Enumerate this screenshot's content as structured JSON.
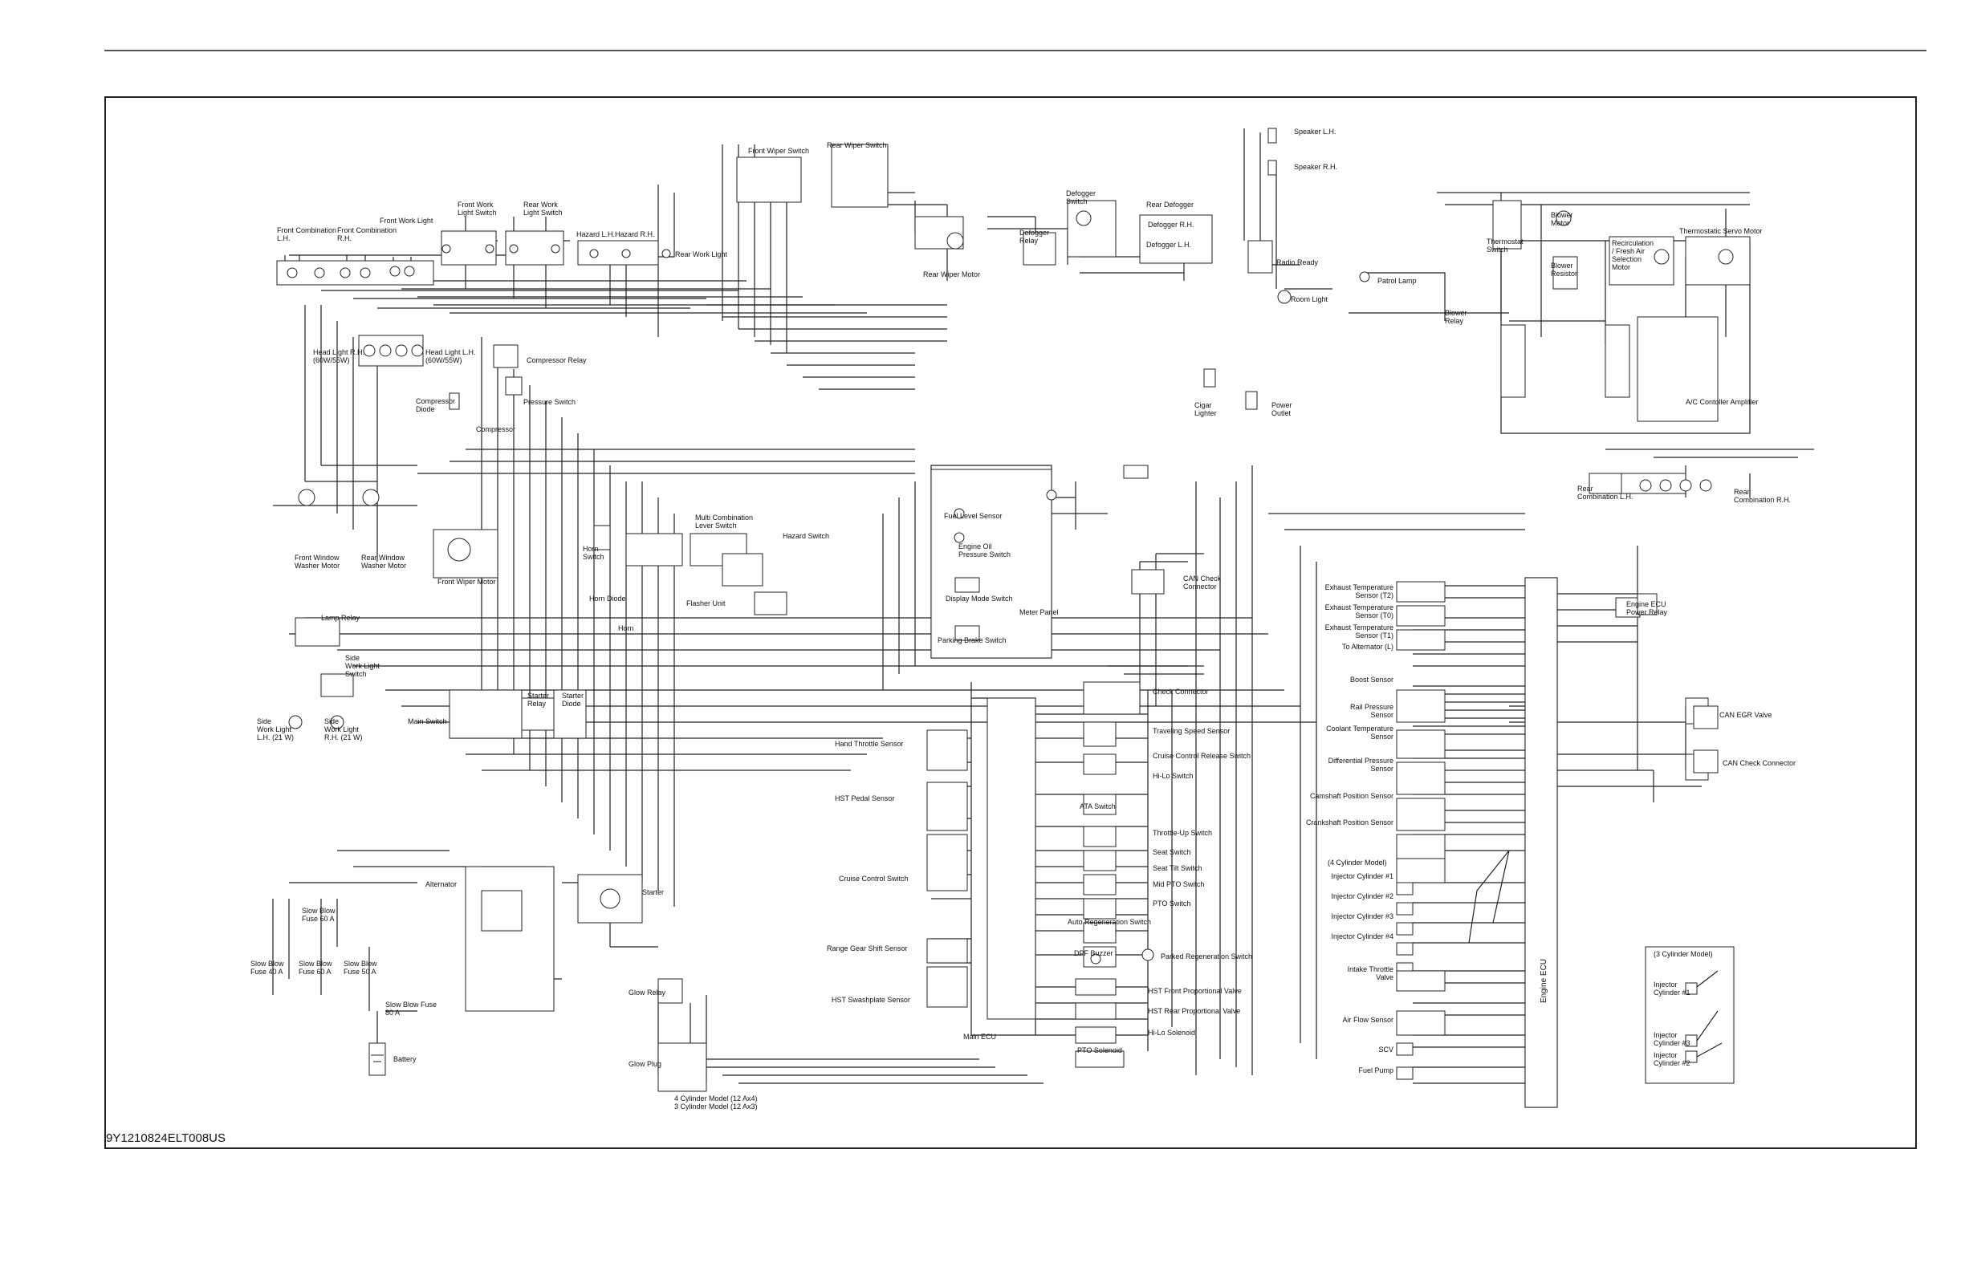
{
  "document": {
    "code": "9Y1210824ELT008US"
  },
  "components": {
    "front_combination_lh": "Front Combination\nL.H.",
    "front_combination_rh": "Front Combination\nR.H.",
    "front_work_light": "Front Work Light",
    "front_work_light_switch": "Front Work\nLight Switch",
    "rear_work_light_switch": "Rear Work\nLight Switch",
    "hazard_lh": "Hazard L.H.",
    "hazard_rh": "Hazard R.H.",
    "rear_work_light": "Rear Work Light",
    "front_wiper_switch": "Front Wiper Switch",
    "rear_wiper_switch": "Rear Wiper Switch",
    "rear_wiper_motor": "Rear Wiper Motor",
    "defogger_relay": "Defogger\nRelay",
    "defogger_switch": "Defogger\nSwitch",
    "rear_defogger": "Rear Defogger",
    "defogger_rh": "Defogger R.H.",
    "defogger_lh": "Defogger L.H.",
    "speaker_lh": "Speaker L.H.",
    "speaker_rh": "Speaker R.H.",
    "radio_ready": "Radio Ready",
    "room_light": "Room Light",
    "patrol_lamp": "Patrol Lamp",
    "thermostat_switch": "Thermostat\nSwitch",
    "blower_motor": "Blower\nMotor",
    "blower_resistor": "Blower\nResistor",
    "recirculation_motor": "Recirculation\n/ Fresh Air\nSelection\nMotor",
    "thermostatic_servo_motor": "Thermostatic Servo Motor",
    "blower_relay": "Blower\nRelay",
    "ac_controller_amplifier": "A/C Contoller Amplifier",
    "head_light_rh": "Head Light R.H.\n(60W/55W)",
    "head_light_lh": "Head Light L.H.\n(60W/55W)",
    "compressor_relay": "Compressor Relay",
    "compressor_diode": "Compressor\nDiode",
    "pressure_switch": "Pressure Switch",
    "compressor": "Compressor",
    "cigar_lighter": "Cigar\nLighter",
    "power_outlet": "Power\nOutlet",
    "front_window_washer_motor": "Front Window\nWasher Motor",
    "rear_window_washer_motor": "Rear Window\nWasher Motor",
    "front_wiper_motor": "Front Wiper Motor",
    "horn_switch": "Horn\nSwitch",
    "horn_diode": "Horn Diode",
    "horn": "Horn",
    "multi_combination_lever_switch": "Multi Combination\nLever Switch",
    "hazard_switch": "Hazard Switch",
    "flasher_unit": "Flasher Unit",
    "fuel_level_sensor": "Fuel Level Sensor",
    "engine_oil_pressure_switch": "Engine Oil\nPressure Switch",
    "display_mode_switch": "Display Mode Switch",
    "meter_panel": "Meter Panel",
    "parking_brake_switch": "Parking Brake Switch",
    "can_check_connector_top": "CAN Check\nConnector",
    "rear_combination_lh": "Rear\nCombination L.H.",
    "rear_combination_rh": "Rear\nCombination R.H.",
    "lamp_relay": "Lamp Relay",
    "side_work_light_switch": "Side\nWork Light\nSwitch",
    "side_work_light_lh": "Side\nWork Light\nL.H. (21 W)",
    "side_work_light_rh": "Side\nWork Light\nR.H. (21 W)",
    "main_switch": "Main Switch",
    "starter_relay": "Starter\nRelay",
    "starter_diode": "Starter\nDiode",
    "check_connector": "Check Connector",
    "traveling_speed_sensor": "Traveling Speed Sensor",
    "cruise_control_release_switch": "Cruise Control Release Switch",
    "hi_lo_switch": "Hi-Lo Switch",
    "ata_switch": "ATA Switch",
    "hand_throttle_sensor": "Hand Throttle Sensor",
    "hst_pedal_sensor": "HST Pedal Sensor",
    "cruise_control_switch": "Cruise Control Switch",
    "throttle_up_switch": "Throttle-Up Switch",
    "seat_switch": "Seat Switch",
    "seat_tilt_switch": "Seat Tilt Switch",
    "mid_pto_switch": "Mid PTO Switch",
    "pto_switch": "PTO Switch",
    "auto_regeneration_switch": "Auto Regeneration Switch",
    "dpf_buzzer": "DPF Buzzer",
    "parked_regeneration_switch": "Parked Regeneration Switch",
    "hst_front_proportional_valve": "HST Front Proportional Valve",
    "hst_rear_proportional_valve": "HST Rear Proportional Valve",
    "hi_lo_solenoid": "Hi-Lo Solenoid",
    "pto_solenoid": "PTO Solenoid",
    "range_gear_shift_sensor": "Range Gear Shift Sensor",
    "hst_swashplate_sensor": "HST Swashplate Sensor",
    "main_ecu": "Main ECU",
    "alternator": "Alternator",
    "starter": "Starter",
    "slow_blow_fuse_60_top": "Slow Blow\nFuse 60 A",
    "slow_blow_fuse_40": "Slow Blow\nFuse 40 A",
    "slow_blow_fuse_60_mid": "Slow Blow\nFuse 60 A",
    "slow_blow_fuse_50": "Slow Blow\nFuse 50 A",
    "slow_blow_fuse_80": "Slow Blow Fuse\n80 A",
    "battery": "Battery",
    "glow_relay": "Glow Relay",
    "glow_plug": "Glow Plug",
    "glow_plug_note": "4 Cylinder Model (12 Ax4)\n3 Cylinder Model (12 Ax3)",
    "exhaust_temp_t2": "Exhaust Temperature\nSensor (T2)",
    "exhaust_temp_t0": "Exhaust Temperature\nSensor (T0)",
    "exhaust_temp_t1": "Exhaust Temperature\nSensor (T1)",
    "to_alternator_l": "To Alternator (L)",
    "boost_sensor": "Boost Sensor",
    "rail_pressure_sensor": "Rail Pressure\nSensor",
    "coolant_temperature_sensor": "Coolant Temperature\nSensor",
    "differential_pressure_sensor": "Differential Pressure\nSensor",
    "camshaft_position_sensor": "Camshaft Position Sensor",
    "crankshaft_position_sensor": "Crankshaft Position Sensor",
    "four_cylinder_model": "(4 Cylinder Model)",
    "injector_1": "Injector Cylinder #1",
    "injector_2": "Injector Cylinder #2",
    "injector_3": "Injector Cylinder #3",
    "injector_4": "Injector Cylinder #4",
    "intake_throttle_valve": "Intake Throttle\nValve",
    "air_flow_sensor": "Air Flow Sensor",
    "scv": "SCV",
    "fuel_pump": "Fuel Pump",
    "engine_ecu": "Engine ECU",
    "engine_ecu_power_relay": "Engine ECU\nPower Relay",
    "can_egr_valve": "CAN EGR Valve",
    "can_check_connector_right": "CAN Check Connector",
    "three_cylinder_model": "(3 Cylinder Model)",
    "injector_3cyl_1": "Injector\nCylinder #1",
    "injector_3cyl_3": "Injector\nCylinder #3",
    "injector_3cyl_2": "Injector\nCylinder #2"
  }
}
